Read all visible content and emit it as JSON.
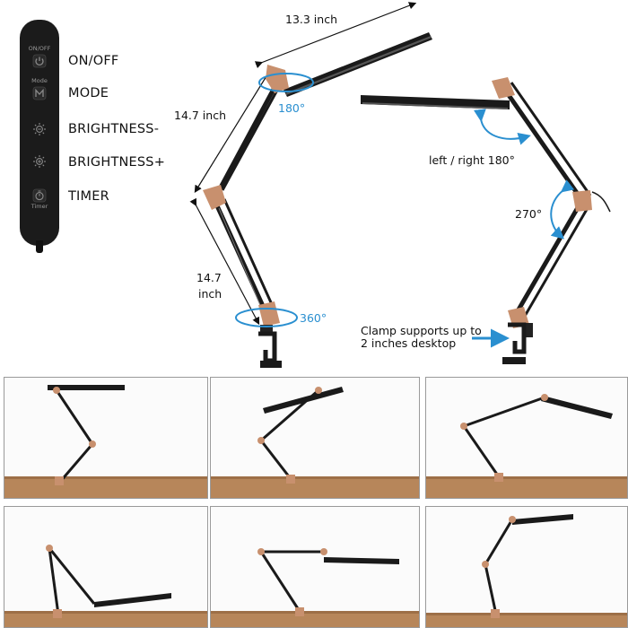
{
  "remote": {
    "buttons": [
      {
        "tag": "ON/OFF",
        "label": "ON/OFF",
        "icon": "power-icon"
      },
      {
        "tag": "Mode",
        "label": "MODE",
        "icon": "mode-icon"
      },
      {
        "tag": "",
        "label": "BRIGHTNESS-",
        "icon": "brightness-down-icon"
      },
      {
        "tag": "",
        "label": "BRIGHTNESS+",
        "icon": "brightness-up-icon"
      },
      {
        "tag": "Timer",
        "label": "TIMER",
        "icon": "timer-icon"
      }
    ]
  },
  "dimensions": {
    "top_arm": "13.3 inch",
    "upper_arm": "14.7 inch",
    "lower_arm_value": "14.7",
    "lower_arm_unit": "inch"
  },
  "rotations": {
    "head": "180°",
    "base": "360°",
    "left_right": "left / right 180°",
    "joint": "270°"
  },
  "clamp": {
    "line1": "Clamp supports up to",
    "line2": "2 inches desktop"
  },
  "colors": {
    "lamp_black": "#1a1a1a",
    "copper": "#c8906e",
    "accent_blue": "#2a8fd0",
    "desk_wood": "#b7865a"
  }
}
